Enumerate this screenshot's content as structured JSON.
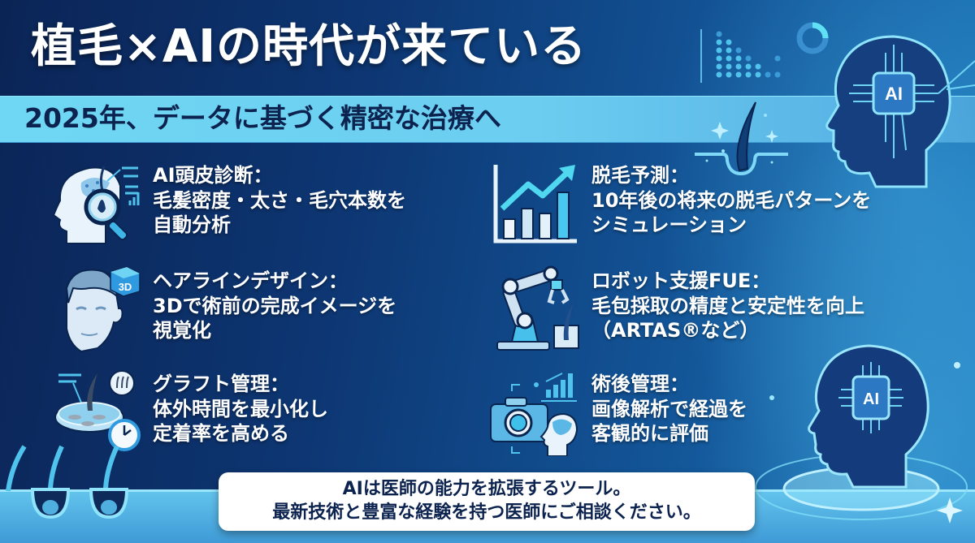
{
  "header": {
    "title": "植毛×AIの時代が来ている",
    "subtitle": "2025年、データに基づく精密な治療へ"
  },
  "features": [
    {
      "icon": "scalp-diagnosis-magnifier-icon",
      "heading": "AI頭皮診断：",
      "body": "毛髪密度・太さ・毛穴本数を\n自動分析"
    },
    {
      "icon": "rising-bar-chart-icon",
      "heading": "脱毛予測：",
      "body": "10年後の将来の脱毛パターンを\nシミュレーション"
    },
    {
      "icon": "3d-head-model-icon",
      "heading": "ヘアラインデザイン：",
      "body": "3Dで術前の完成イメージを\n視覚化"
    },
    {
      "icon": "robotic-arm-icon",
      "heading": "ロボット支援FUE：",
      "body": "毛包採取の精度と安定性を向上\n（ARTAS®など）"
    },
    {
      "icon": "petri-dish-clock-icon",
      "heading": "グラフト管理：",
      "body": "体外時間を最小化し\n定着率を高める"
    },
    {
      "icon": "camera-analysis-icon",
      "heading": "術後管理：",
      "body": "画像解析で経過を\n客観的に評価"
    }
  ],
  "callout": {
    "line1": "AIは医師の能力を拡張するツール。",
    "line2": "最新技術と豊富な経験を持つ医師にご相談ください。"
  },
  "decorations": {
    "ai_chip_label_top": "AI",
    "ai_chip_label_bottom": "AI",
    "cube_label": "3D"
  },
  "colors": {
    "background_dark": "#0b2456",
    "background_light": "#1a74b8",
    "subtitle_band": "#6fd7f3",
    "subtitle_text": "#0c234f",
    "accent_cyan": "#4fd8f0",
    "callout_bg": "#ffffff"
  }
}
